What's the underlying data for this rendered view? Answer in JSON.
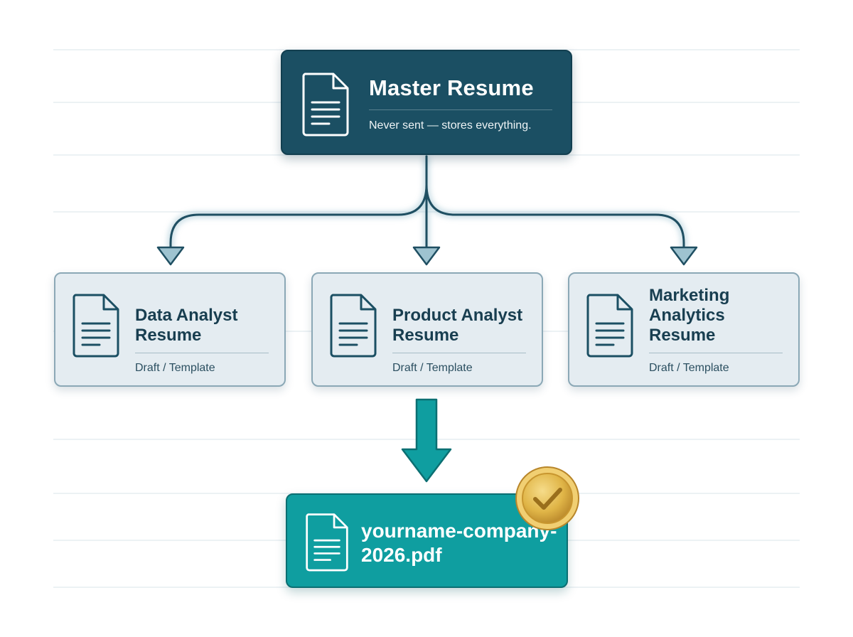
{
  "master": {
    "title": "Master Resume",
    "subtitle": "Never sent — stores everything.",
    "icon": "document-icon"
  },
  "variants": [
    {
      "title": "Data Analyst Resume",
      "subtitle": "Draft / Template",
      "icon": "document-icon"
    },
    {
      "title": "Product Analyst Resume",
      "subtitle": "Draft / Template",
      "icon": "document-icon"
    },
    {
      "title": "Marketing Analytics Resume",
      "subtitle": "Draft / Template",
      "icon": "document-icon"
    }
  ],
  "final": {
    "filename": "yourname-company-2026.pdf",
    "icon": "document-icon",
    "badge_icon": "checkmark-badge-icon"
  },
  "colors": {
    "master_fill": "#1b4f63",
    "variant_fill": "#e4ecf1",
    "final_fill": "#0f9ea0",
    "connector": "#1f4f62",
    "badge_gold": "#d9a93a"
  }
}
